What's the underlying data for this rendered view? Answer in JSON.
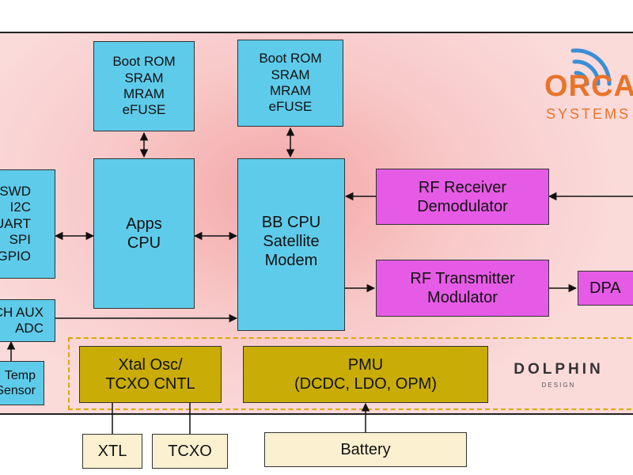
{
  "blocks": {
    "boot_rom_1": [
      "Boot ROM",
      "SRAM",
      "MRAM",
      "eFUSE"
    ],
    "boot_rom_2": [
      "Boot ROM",
      "SRAM",
      "MRAM",
      "eFUSE"
    ],
    "interfaces": [
      "SWD",
      "I2C",
      "UART",
      "SPI",
      "GPIO"
    ],
    "apps_cpu": [
      "Apps",
      "CPU"
    ],
    "bb_cpu": [
      "BB CPU",
      "Satellite",
      "Modem"
    ],
    "rf_receiver": [
      "RF Receiver",
      "Demodulator"
    ],
    "rf_transmitter": [
      "RF Transmitter",
      "Modulator"
    ],
    "dpa": "DPA",
    "aux_adc": [
      "SCH AUX",
      "ADC"
    ],
    "temp_sensor": [
      "Temp",
      "Sensor"
    ],
    "xtal_osc": [
      "Xtal Osc/",
      "TCXO CNTL"
    ],
    "pmu": [
      "PMU",
      "(DCDC, LDO, OPM)"
    ],
    "xtl": "XTL",
    "tcxo": "TCXO",
    "battery": "Battery"
  },
  "logos": {
    "orca_brand": "ORCA",
    "orca_sub": "SYSTEMS",
    "dolphin_brand": "DOLPHIN",
    "dolphin_sub": "DESIGN"
  },
  "colors": {
    "block_blue": "#5fcbea",
    "block_magenta": "#e65be6",
    "block_gold": "#c9ac06",
    "block_cream": "#fbf0d0",
    "orca_orange": "#e8742a",
    "orca_blue": "#3a8fd6",
    "dashed_gold": "#d9a800"
  }
}
